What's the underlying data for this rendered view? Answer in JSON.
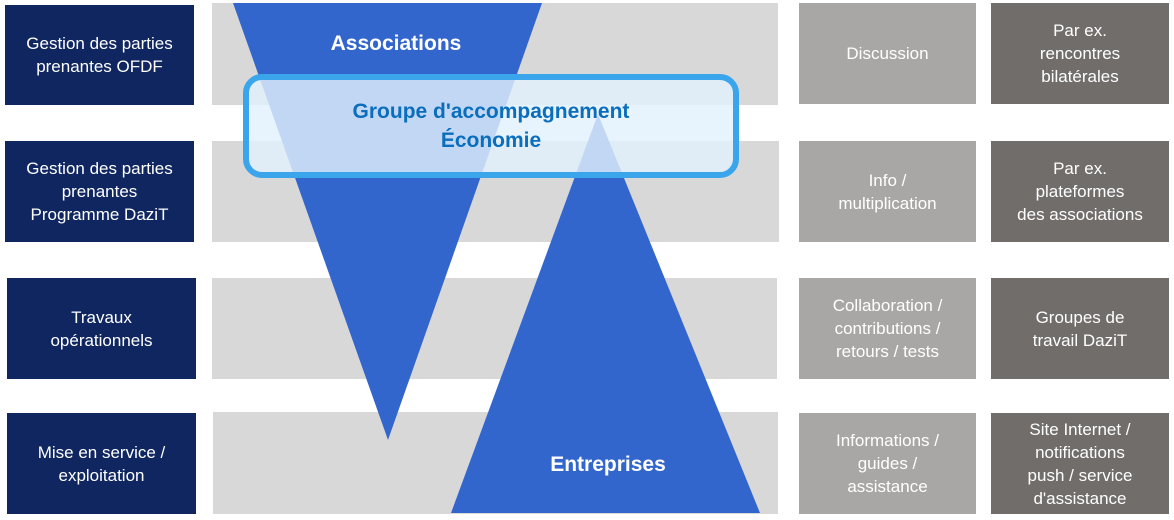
{
  "phases": [
    {
      "label": "Gestion des parties\nprenantes OFDF"
    },
    {
      "label": "Gestion des parties\nprenantes\nProgramme DaziT"
    },
    {
      "label": "Travaux\nopérationnels"
    },
    {
      "label": "Mise en service /\nexploitation"
    }
  ],
  "center": {
    "associations_label": "Associations",
    "entreprises_label": "Entreprises",
    "group_label": "Groupe d'accompagnement\nÉconomie"
  },
  "modes": [
    {
      "label": "Discussion"
    },
    {
      "label": "Info /\nmultiplication"
    },
    {
      "label": "Collaboration /\ncontributions /\nretours / tests"
    },
    {
      "label": "Informations /\nguides /\nassistance"
    }
  ],
  "examples": [
    {
      "label": "Par ex.\nrencontres\nbilatérales"
    },
    {
      "label": "Par ex.\nplateformes\ndes associations"
    },
    {
      "label": "Groupes de\ntravail DaziT"
    },
    {
      "label": "Site Internet /\nnotifications\npush / service\nd'assistance"
    }
  ],
  "colors": {
    "navy": "#0f2660",
    "band": "#d8d8d8",
    "triangle": "#3366cc",
    "outline": "#3ba5ec",
    "group_text": "#0a6ebd",
    "mode_box": "#a8a7a5",
    "example_box": "#716d6b"
  }
}
